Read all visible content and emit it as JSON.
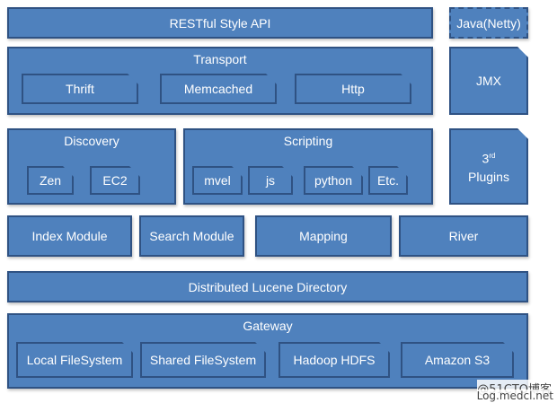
{
  "top": {
    "api": "RESTful Style API",
    "java": "Java(Netty)"
  },
  "transport": {
    "title": "Transport",
    "items": [
      "Thrift",
      "Memcached",
      "Http"
    ]
  },
  "jmx": "JMX",
  "discovery": {
    "title": "Discovery",
    "items": [
      "Zen",
      "EC2"
    ]
  },
  "scripting": {
    "title": "Scripting",
    "items": [
      "mvel",
      "js",
      "python",
      "Etc."
    ]
  },
  "plugins": {
    "prefix": "3",
    "sup": "rd",
    "label": "Plugins"
  },
  "modules": [
    "Index Module",
    "Search Module",
    "Mapping",
    "River"
  ],
  "lucene": "Distributed Lucene Directory",
  "gateway": {
    "title": "Gateway",
    "items": [
      "Local FileSystem",
      "Shared FileSystem",
      "Hadoop HDFS",
      "Amazon S3"
    ]
  },
  "watermark": {
    "line1": "@51CTO博客",
    "line2": "Log.medcl.net"
  }
}
